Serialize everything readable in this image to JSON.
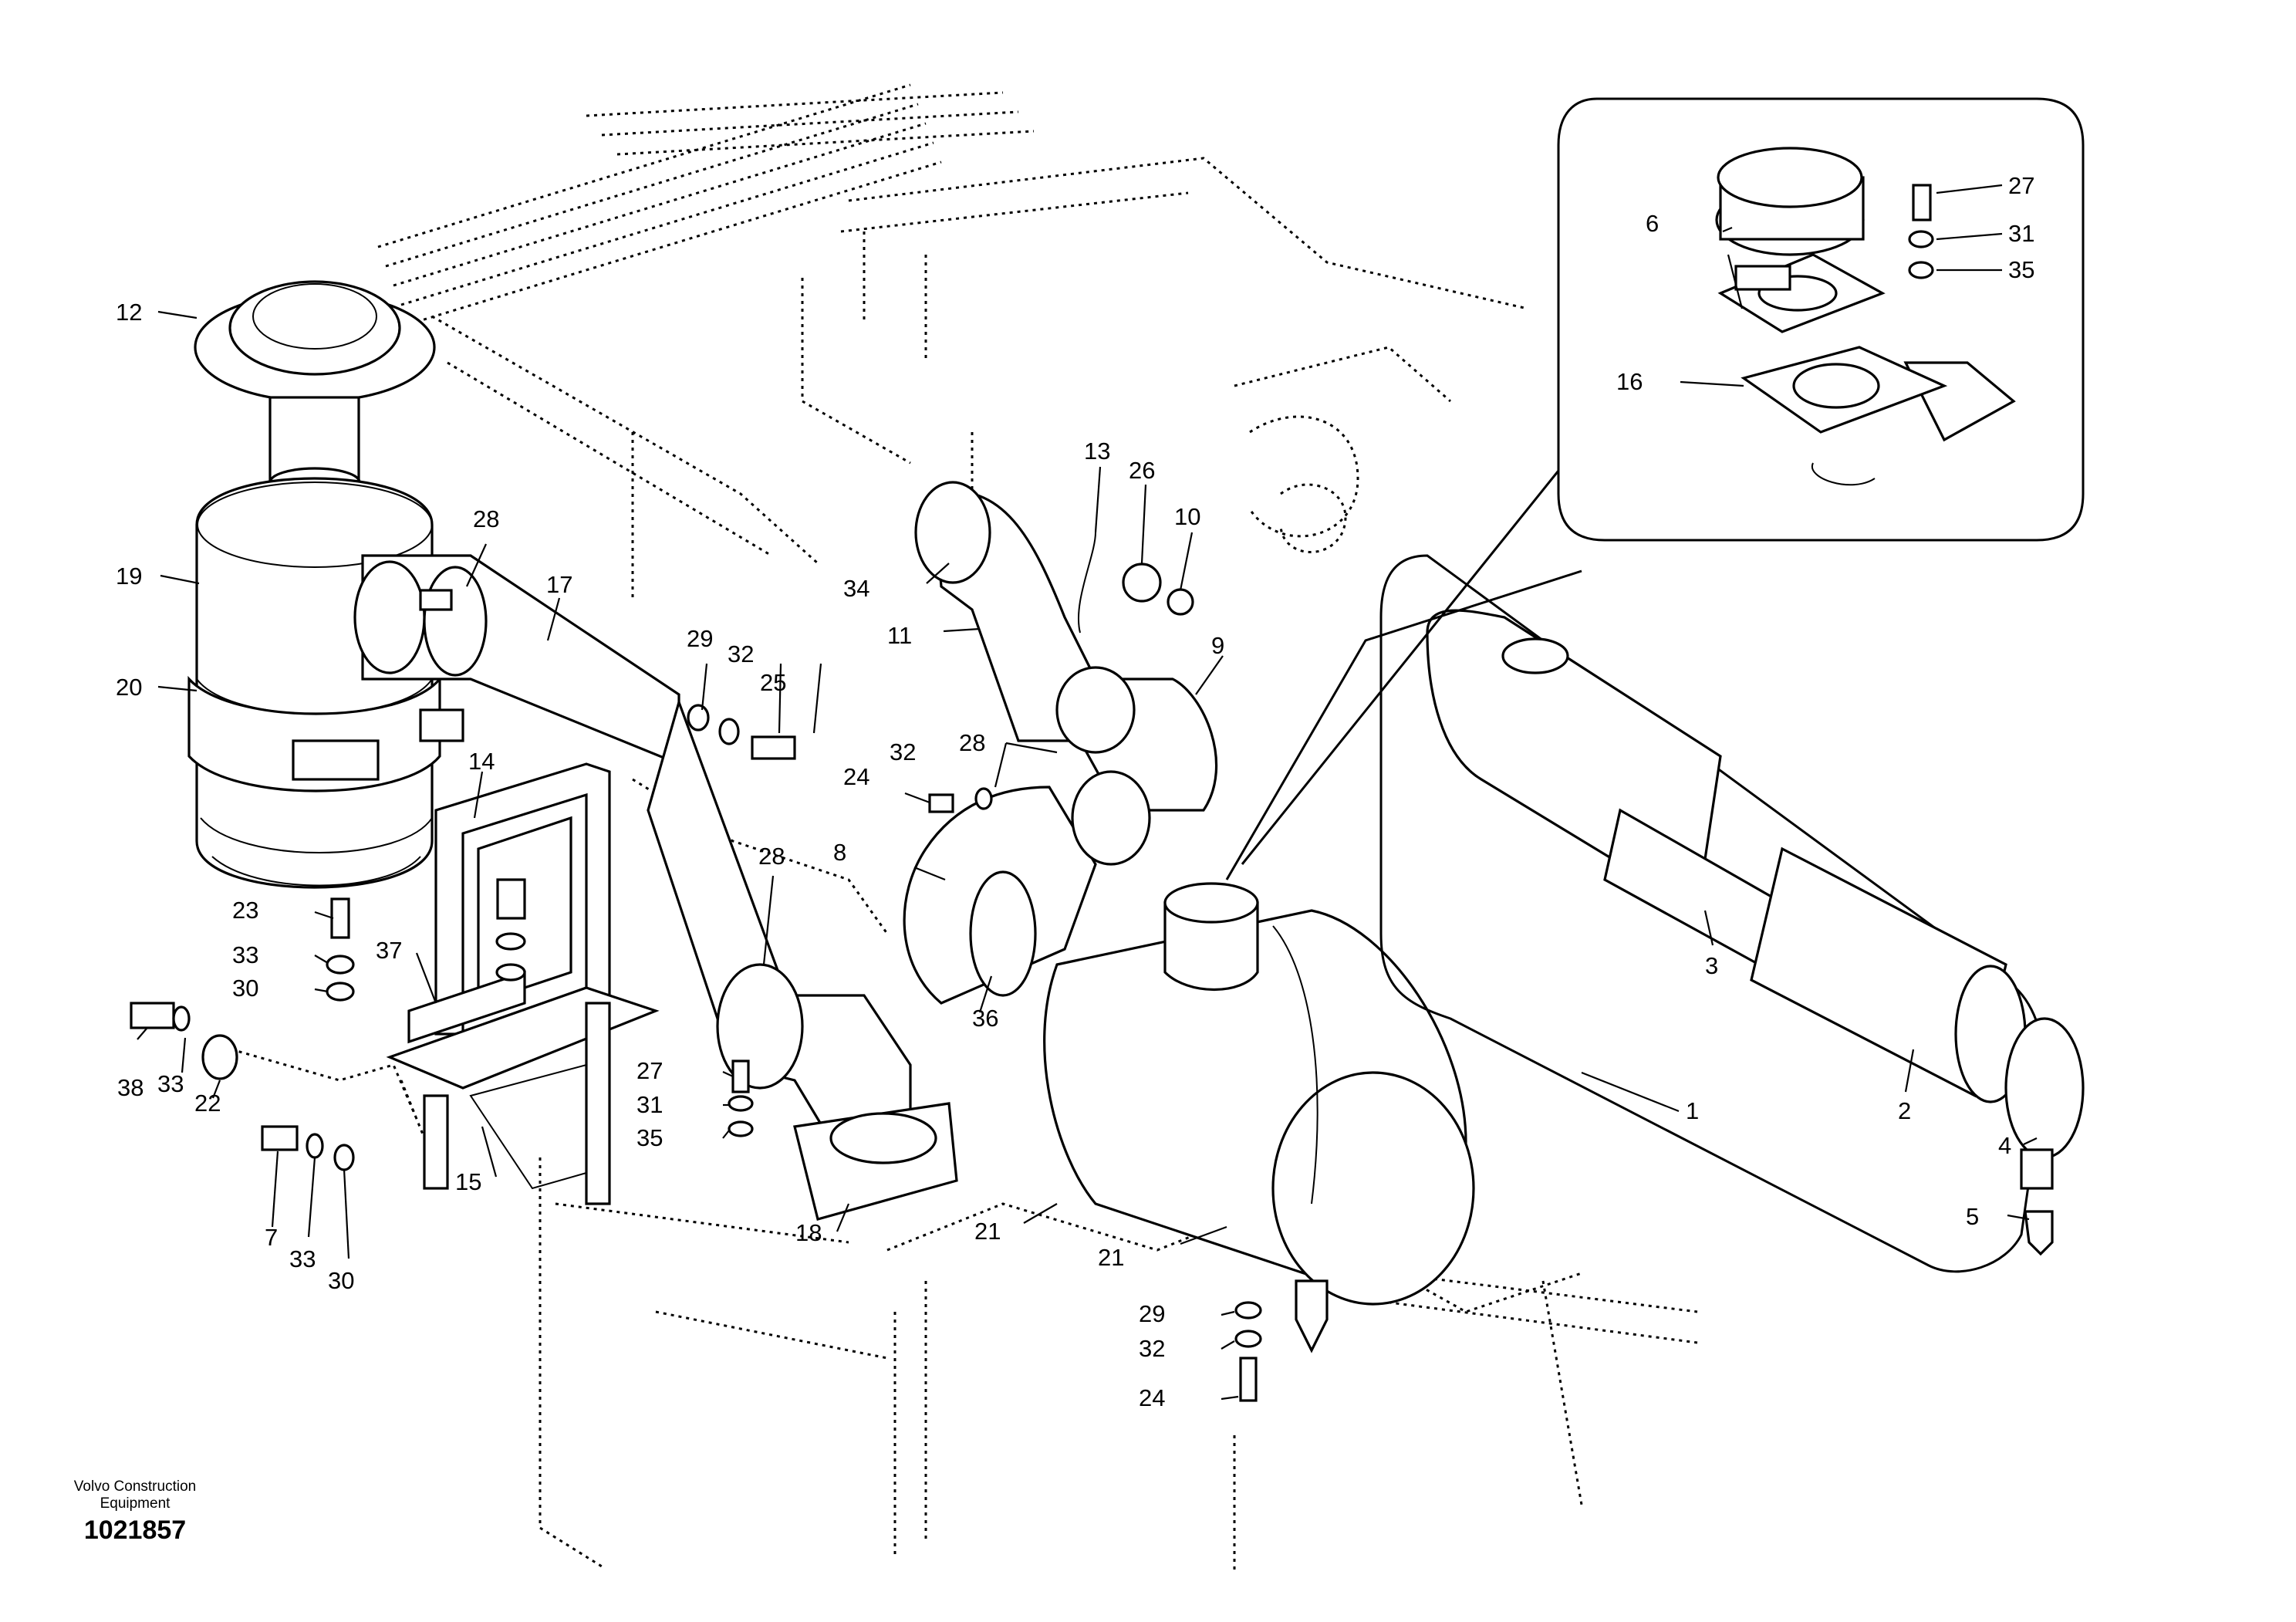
{
  "figure": {
    "publisher_line1": "Volvo Construction",
    "publisher_line2": "Equipment",
    "drawing_number": "1021857"
  },
  "callouts": {
    "c1": "1",
    "c2": "2",
    "c3": "3",
    "c4": "4",
    "c5": "5",
    "c6": "6",
    "c7": "7",
    "c8": "8",
    "c9": "9",
    "c10": "10",
    "c11": "11",
    "c12": "12",
    "c13": "13",
    "c14": "14",
    "c15": "15",
    "c16": "16",
    "c17": "17",
    "c18": "18",
    "c19": "19",
    "c20": "20",
    "c21a": "21",
    "c21b": "21",
    "c22": "22",
    "c23": "23",
    "c24a": "24",
    "c24b": "24",
    "c25": "25",
    "c26": "26",
    "c27a": "27",
    "c27b": "27",
    "c28a": "28",
    "c28b": "28",
    "c28c": "28",
    "c29a": "29",
    "c29b": "29",
    "c30a": "30",
    "c30b": "30",
    "c31a": "31",
    "c31b": "31",
    "c32a": "32",
    "c32b": "32",
    "c32c": "32",
    "c33a": "33",
    "c33b": "33",
    "c33c": "33",
    "c34": "34",
    "c35a": "35",
    "c35b": "35",
    "c36": "36",
    "c37": "37",
    "c38": "38"
  }
}
